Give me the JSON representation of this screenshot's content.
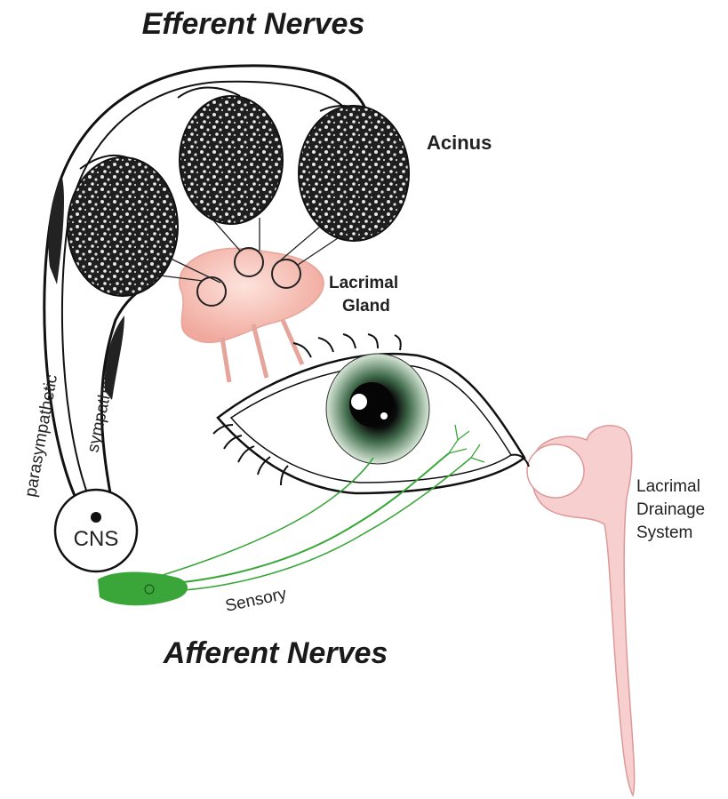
{
  "title_top": "Efferent Nerves",
  "title_bottom": "Afferent Nerves",
  "labels": {
    "acinus": "Acinus",
    "lacrimal_gland_line1": "Lacrimal",
    "lacrimal_gland_line2": "Gland",
    "parasympathetic": "parasympathetic",
    "sympathetic": "sympathetic",
    "cns": "CNS",
    "sensory": "Sensory",
    "drainage_line1": "Lacrimal",
    "drainage_line2": "Drainage",
    "drainage_line3": "System"
  },
  "colors": {
    "gland": "#f4c0b8",
    "drainage": "#f6cdcd",
    "sensory_nerve": "#3aa63a",
    "iris": "#6a8a6a",
    "acinus_texture": "#2a2a2a"
  }
}
